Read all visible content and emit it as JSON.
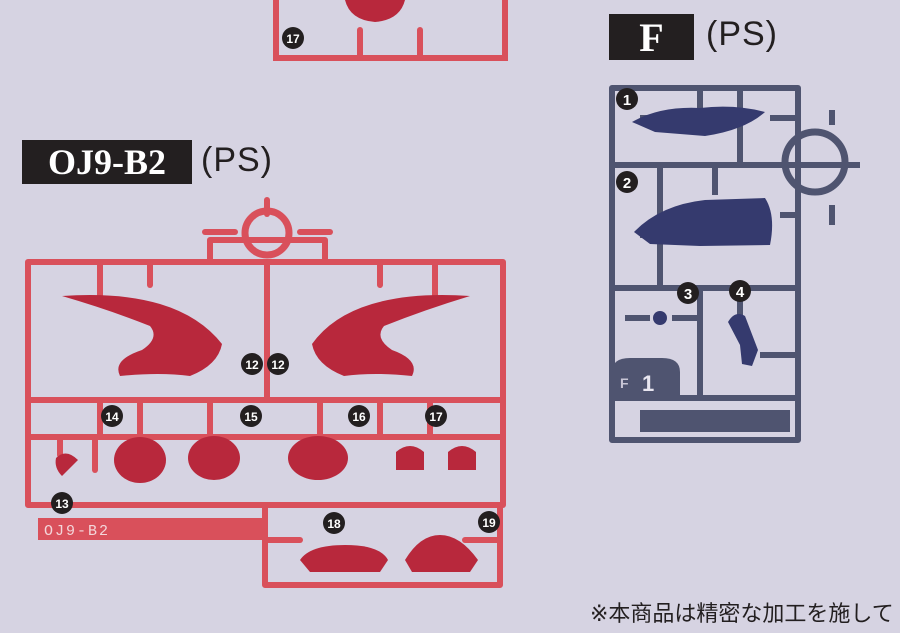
{
  "colors": {
    "background": "#d6d3e2",
    "red_runner": "#d9505b",
    "red_part": "#b8283c",
    "blue_runner": "#4f5470",
    "blue_part": "#353a6e",
    "label_bg": "#231f20"
  },
  "runner_f": {
    "code": "F",
    "material": "(PS)",
    "tag": "F",
    "tag_number": "1",
    "part_numbers": [
      "1",
      "2",
      "3",
      "4"
    ]
  },
  "runner_oj9": {
    "code": "OJ9-B2",
    "material": "(PS)",
    "engraved_code": "OJ9-B2",
    "part_numbers": [
      "12",
      "12",
      "13",
      "14",
      "15",
      "16",
      "17",
      "18",
      "19"
    ]
  },
  "top_runner": {
    "part_number": "17"
  },
  "footnote": "※本商品は精密な加工を施して"
}
